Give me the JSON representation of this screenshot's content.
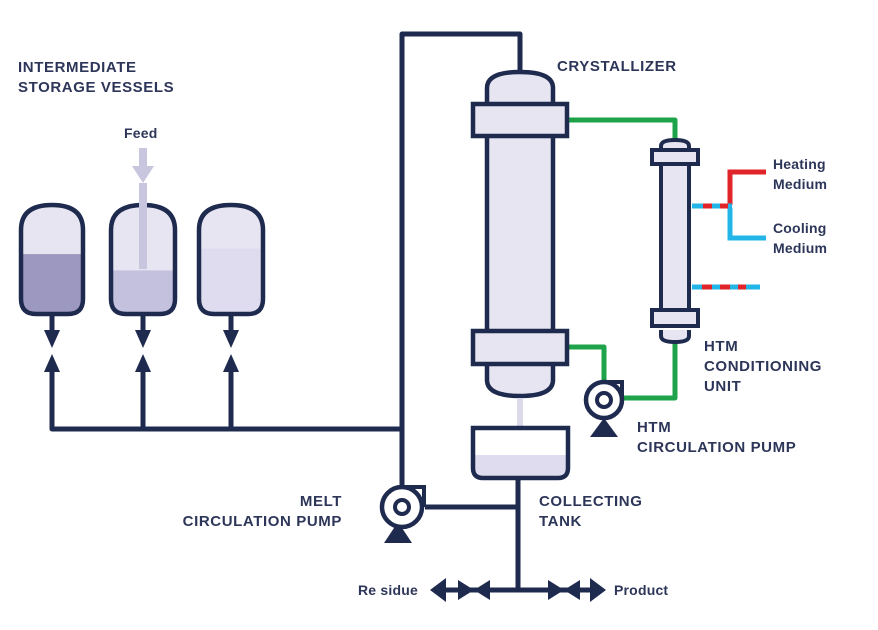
{
  "labels": {
    "storage_line1": "INTERMEDIATE",
    "storage_line2": "STORAGE VESSELS",
    "feed": "Feed",
    "crystallizer": "CRYSTALLIZER",
    "heating_line1": "Heating",
    "heating_line2": "Medium",
    "cooling_line1": "Cooling",
    "cooling_line2": "Medium",
    "htm_cond_line1": "HTM",
    "htm_cond_line2": "CONDITIONING",
    "htm_cond_line3": "UNIT",
    "htm_pump_line1": "HTM",
    "htm_pump_line2": "CIRCULATION PUMP",
    "melt_pump_line1": "MELT",
    "melt_pump_line2": "CIRCULATION PUMP",
    "tank_line1": "COLLECTING",
    "tank_line2": "TANK",
    "residue": "Re sidue",
    "product": "Product"
  },
  "vessel_fill_levels": [
    0.55,
    0.4,
    0.6
  ],
  "colors": {
    "pipe": "#1f2a4f",
    "vessel_outline": "#1f2a4f",
    "vessel_body": "#e7e5f1",
    "fill_dark": "#9c98c0",
    "fill_mid": "#c3c1de",
    "fill_light": "#dedcee",
    "green": "#1ea34a",
    "red": "#e0242a",
    "blue": "#23b4e8",
    "feed_arrow": "#c8c6de"
  }
}
